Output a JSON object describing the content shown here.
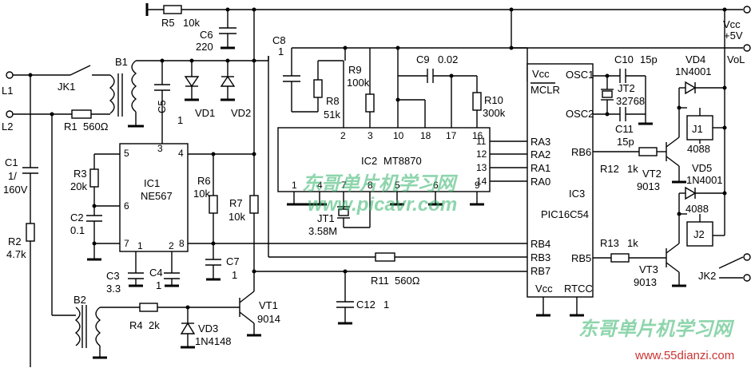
{
  "labels": {
    "r5": "R5",
    "r5v": "10k",
    "c6": "C6",
    "c6v": "220",
    "c8": "C8",
    "c8v": "1",
    "vcc": "Vcc",
    "plus5": "+5V",
    "vol": "VoL",
    "l1": "L1",
    "l2": "L2",
    "jk1": "JK1",
    "b1": "B1",
    "r1": "R1",
    "r1v": "560Ω",
    "c1": "C1",
    "c1v1": "1/",
    "c1v2": "160V",
    "r2": "R2",
    "r2v": "4.7k",
    "c5": "C5",
    "c5v": "1",
    "vd1": "VD1",
    "vd2": "VD2",
    "r3": "R3",
    "r3v": "20k",
    "c2": "C2",
    "c2v": "0.1",
    "ic1": "IC1",
    "ne567": "NE567",
    "r6": "R6",
    "r6v": "10k",
    "r7": "R7",
    "r7v": "10k",
    "c3": "C3",
    "c3v": "3.3",
    "c4": "C4",
    "c4v": "1",
    "c7": "C7",
    "c7v": "1",
    "b2": "B2",
    "r4": "R4",
    "r4v": "2k",
    "vd3": "VD3",
    "vd3v": "1N4148",
    "vt1": "VT1",
    "vt1v": "9014",
    "r8": "R8",
    "r8v": "51k",
    "r9": "R9",
    "r9v": "100k",
    "c9": "C9",
    "c9v": "0.02",
    "r10": "R10",
    "r10v": "300k",
    "ic2": "IC2",
    "mt8870": "MT8870",
    "jt1": "JT1",
    "jt1v": "3.58M",
    "r11": "R11",
    "r11v": "560Ω",
    "c12": "C12",
    "c12v": "1",
    "ic3": "IC3",
    "pic": "PIC16C54",
    "mclr": "MCLR",
    "osc1": "OSC1",
    "osc2": "OSC2",
    "rb6": "RB6",
    "rb5": "RB5",
    "ra3": "RA3",
    "ra2": "RA2",
    "ra1": "RA1",
    "ra0": "RA0",
    "rb4": "RB4",
    "rb3": "RB3",
    "rb7": "RB7",
    "rtcc": "RTCC",
    "c10": "C10",
    "c10v": "15p",
    "jt2": "JT2",
    "jt2v": "32768",
    "c11": "C11",
    "c11v": "15p",
    "r12": "R12",
    "r12v": "1k",
    "vt2": "VT2",
    "vt2v": "9013",
    "r13": "R13",
    "r13v": "1k",
    "vt3": "VT3",
    "vt3v": "9013",
    "vd4": "VD4",
    "vd4v": "1N4001",
    "vd5": "VD5",
    "vd5v": "1N4001",
    "j1": "J1",
    "j1v": "4088",
    "j2": "J2",
    "j2v": "4088",
    "jk2": "JK2",
    "p2": "2",
    "p3": "3",
    "p10": "10",
    "p18": "18",
    "p17": "17",
    "p16": "16",
    "p11": "11",
    "p12": "12",
    "p13": "13",
    "p14": "14",
    "p1": "1",
    "p4": "4",
    "p7": "7",
    "p8": "8",
    "p5": "5",
    "p6": "6",
    "p9": "9",
    "n1_5": "5",
    "n1_3": "3",
    "n1_4": "4",
    "n1_6": "6",
    "n1_7": "7",
    "n1_1": "1",
    "n1_2": "2",
    "n1_8": "8"
  },
  "watermark": {
    "text1": "东哥单片机学习网",
    "text2": "www.picavr.com",
    "text3": "东哥单片机学习网",
    "url": "www.55dianzi.com"
  }
}
